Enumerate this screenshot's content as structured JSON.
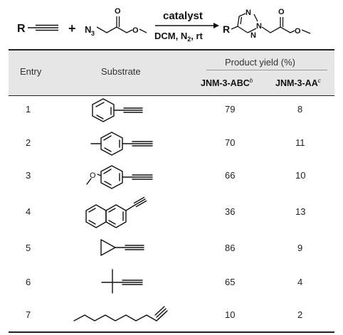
{
  "scheme": {
    "reactant1_label": "R",
    "reactant2_n3": "N",
    "reactant2_n3_sub": "3",
    "plus": "+",
    "catalyst": "catalyst",
    "conditions": "DCM, N",
    "conditions_sub": "2",
    "conditions_end": ", rt",
    "product_r": "R",
    "triazole_n1": "N",
    "triazole_n2": "N",
    "triazole_n3": "N",
    "ester_o_top": "O",
    "ester_o_side": "O",
    "product_o_top": "O",
    "product_o_side": "O"
  },
  "table": {
    "header": {
      "entry": "Entry",
      "substrate": "Substrate",
      "product_yield": "Product yield (%)",
      "col1": "JNM-3-ABC",
      "col1_sup": "b",
      "col2": "JNM-3-AA",
      "col2_sup": "c"
    },
    "rows": [
      {
        "entry": "1",
        "substrate": "phenylacetylene",
        "abc": "79",
        "aa": "8"
      },
      {
        "entry": "2",
        "substrate": "4-ethynyltoluene",
        "abc": "70",
        "aa": "11"
      },
      {
        "entry": "3",
        "substrate": "4-ethynylanisole",
        "abc": "66",
        "aa": "10"
      },
      {
        "entry": "4",
        "substrate": "2-ethynylnaphthalene",
        "abc": "36",
        "aa": "13"
      },
      {
        "entry": "5",
        "substrate": "cyclopropylacetylene",
        "abc": "86",
        "aa": "9"
      },
      {
        "entry": "6",
        "substrate": "3,3-dimethyl-1-butyne",
        "abc": "65",
        "aa": "4"
      },
      {
        "entry": "7",
        "substrate": "1-decyne",
        "abc": "10",
        "aa": "2"
      }
    ],
    "methoxy_o": "O"
  }
}
